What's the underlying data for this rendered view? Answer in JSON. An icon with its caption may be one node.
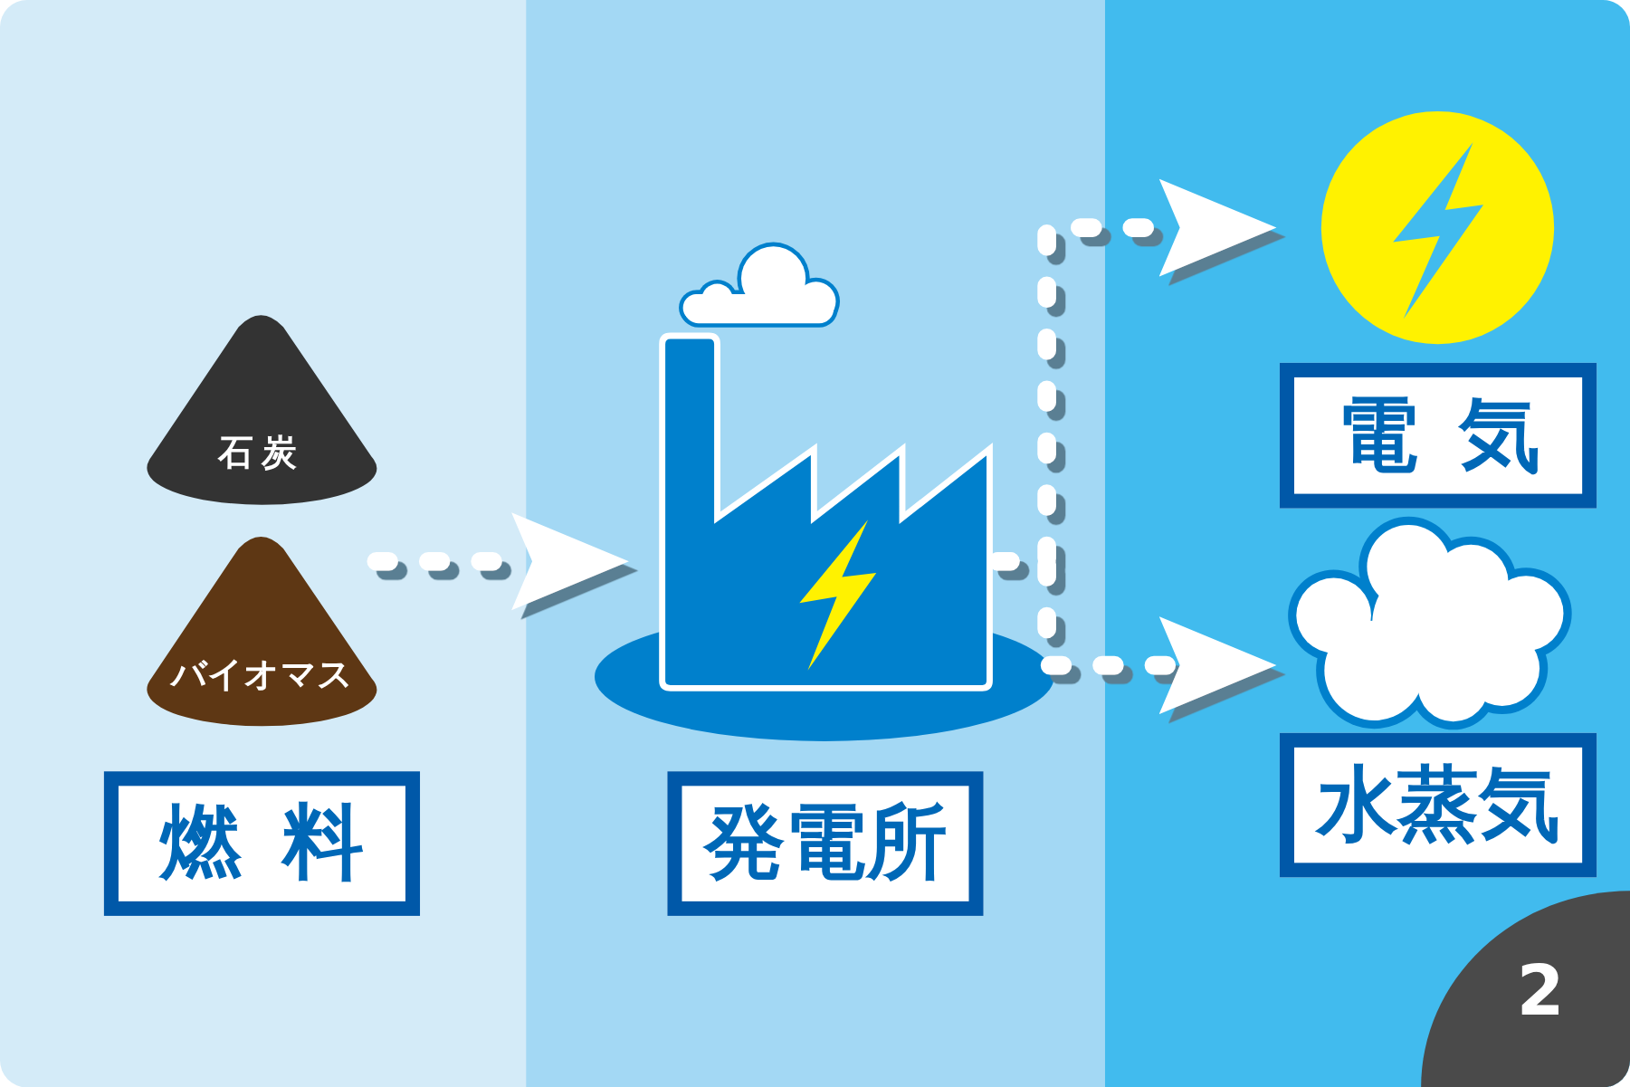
{
  "diagram": {
    "nodes": [
      {
        "text": [
          "石炭"
        ]
      },
      {
        "text": [
          "バイオマス"
        ]
      },
      {
        "text": [
          "燃料"
        ]
      },
      {
        "text": [],
        "shape": "picture"
      },
      {
        "text": [
          "発電所"
        ]
      },
      {
        "text": [],
        "shape": "circle"
      },
      {
        "text": [
          "電気"
        ]
      },
      {
        "text": [],
        "shape": "cloud"
      },
      {
        "text": [
          "水蒸気"
        ]
      }
    ],
    "edges": [
      {
        "from": 1,
        "to": 3,
        "arrow": "to"
      },
      {
        "from": 3,
        "to": 5,
        "arrow": "to"
      },
      {
        "from": 3,
        "to": 7,
        "arrow": "to"
      }
    ],
    "labels": [
      "2"
    ]
  }
}
